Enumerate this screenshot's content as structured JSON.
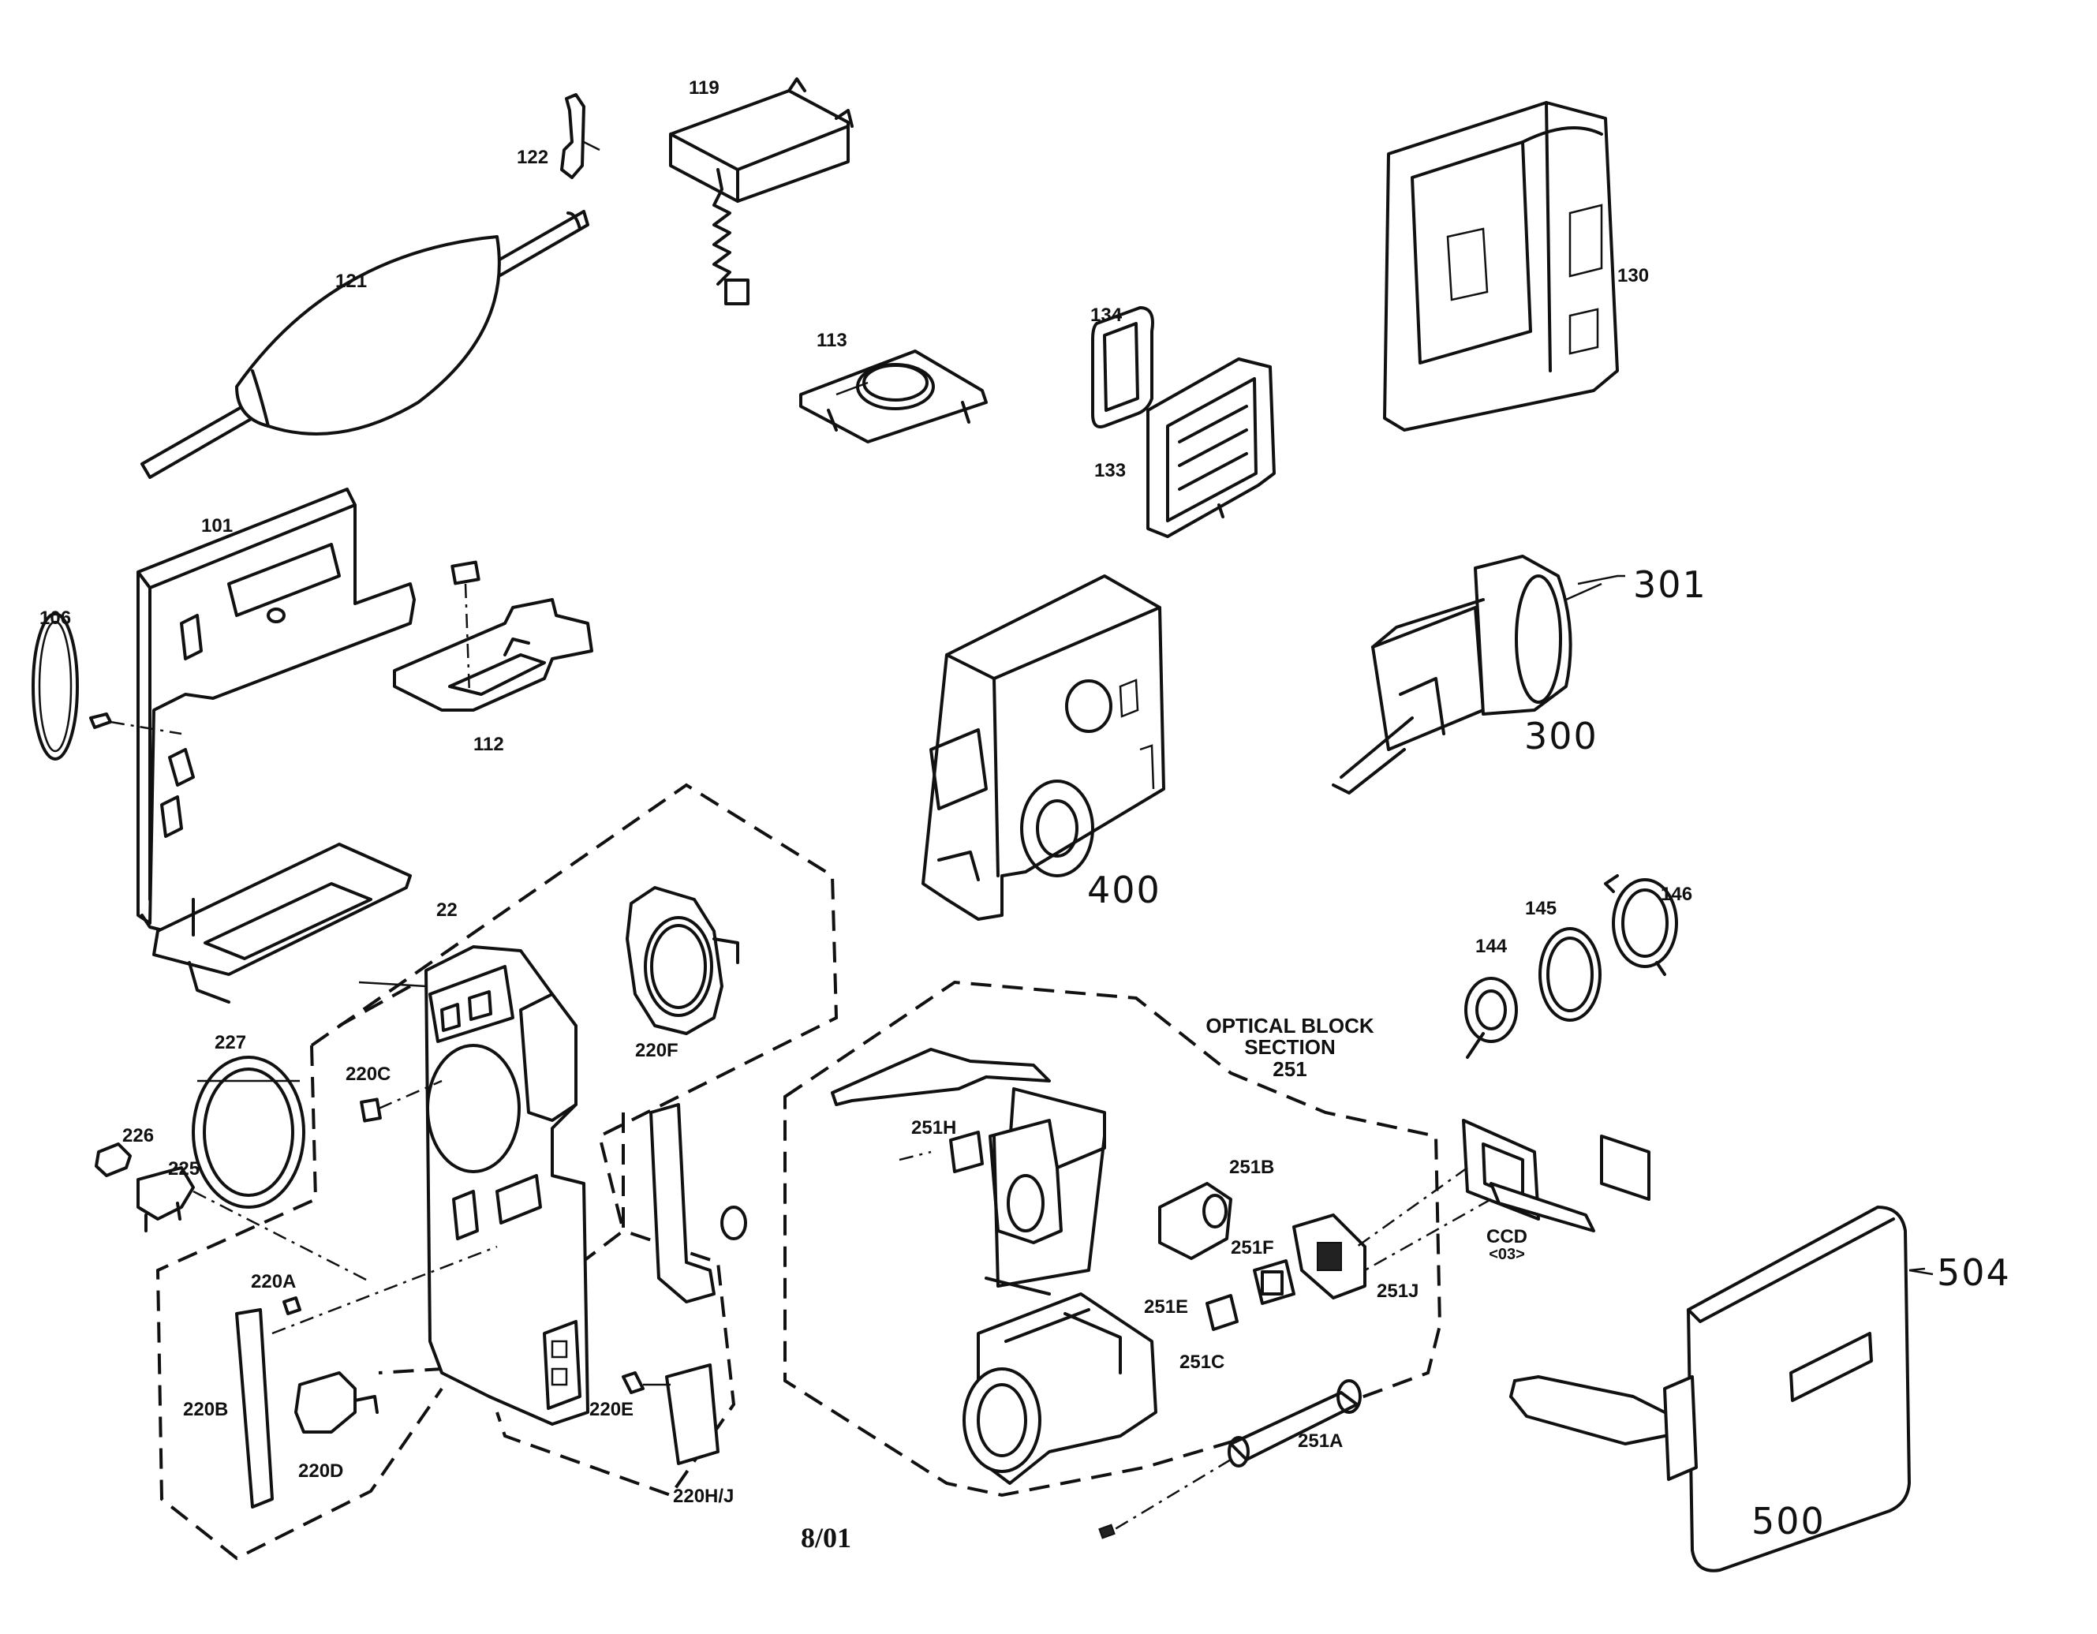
{
  "diagram": {
    "footer_date": "8/01",
    "section_caption": {
      "line1": "OPTICAL BLOCK",
      "line2": "SECTION",
      "line3": "251"
    },
    "ccd_label": {
      "line1": "CCD",
      "line2": "<03>"
    },
    "part_labels": {
      "p119": "119",
      "p122": "122",
      "p121": "121",
      "p113": "113",
      "p134": "134",
      "p133": "133",
      "p130": "130",
      "p101": "101",
      "p106": "106",
      "p112": "112",
      "p22": "22",
      "p227": "227",
      "p226": "226",
      "p225": "225",
      "p220C": "220C",
      "p220F": "220F",
      "p220A": "220A",
      "p220B": "220B",
      "p220D": "220D",
      "p220E": "220E",
      "p220H": "220H/J",
      "p144": "144",
      "p145": "145",
      "p146": "146",
      "p251H": "251H",
      "p251B": "251B",
      "p251F": "251F",
      "p251E": "251E",
      "p251C": "251C",
      "p251J": "251J",
      "p251A": "251A"
    },
    "handwritten_labels": {
      "p301": "301",
      "p300": "300",
      "p400": "400",
      "p504": "504",
      "p500": "500"
    }
  }
}
